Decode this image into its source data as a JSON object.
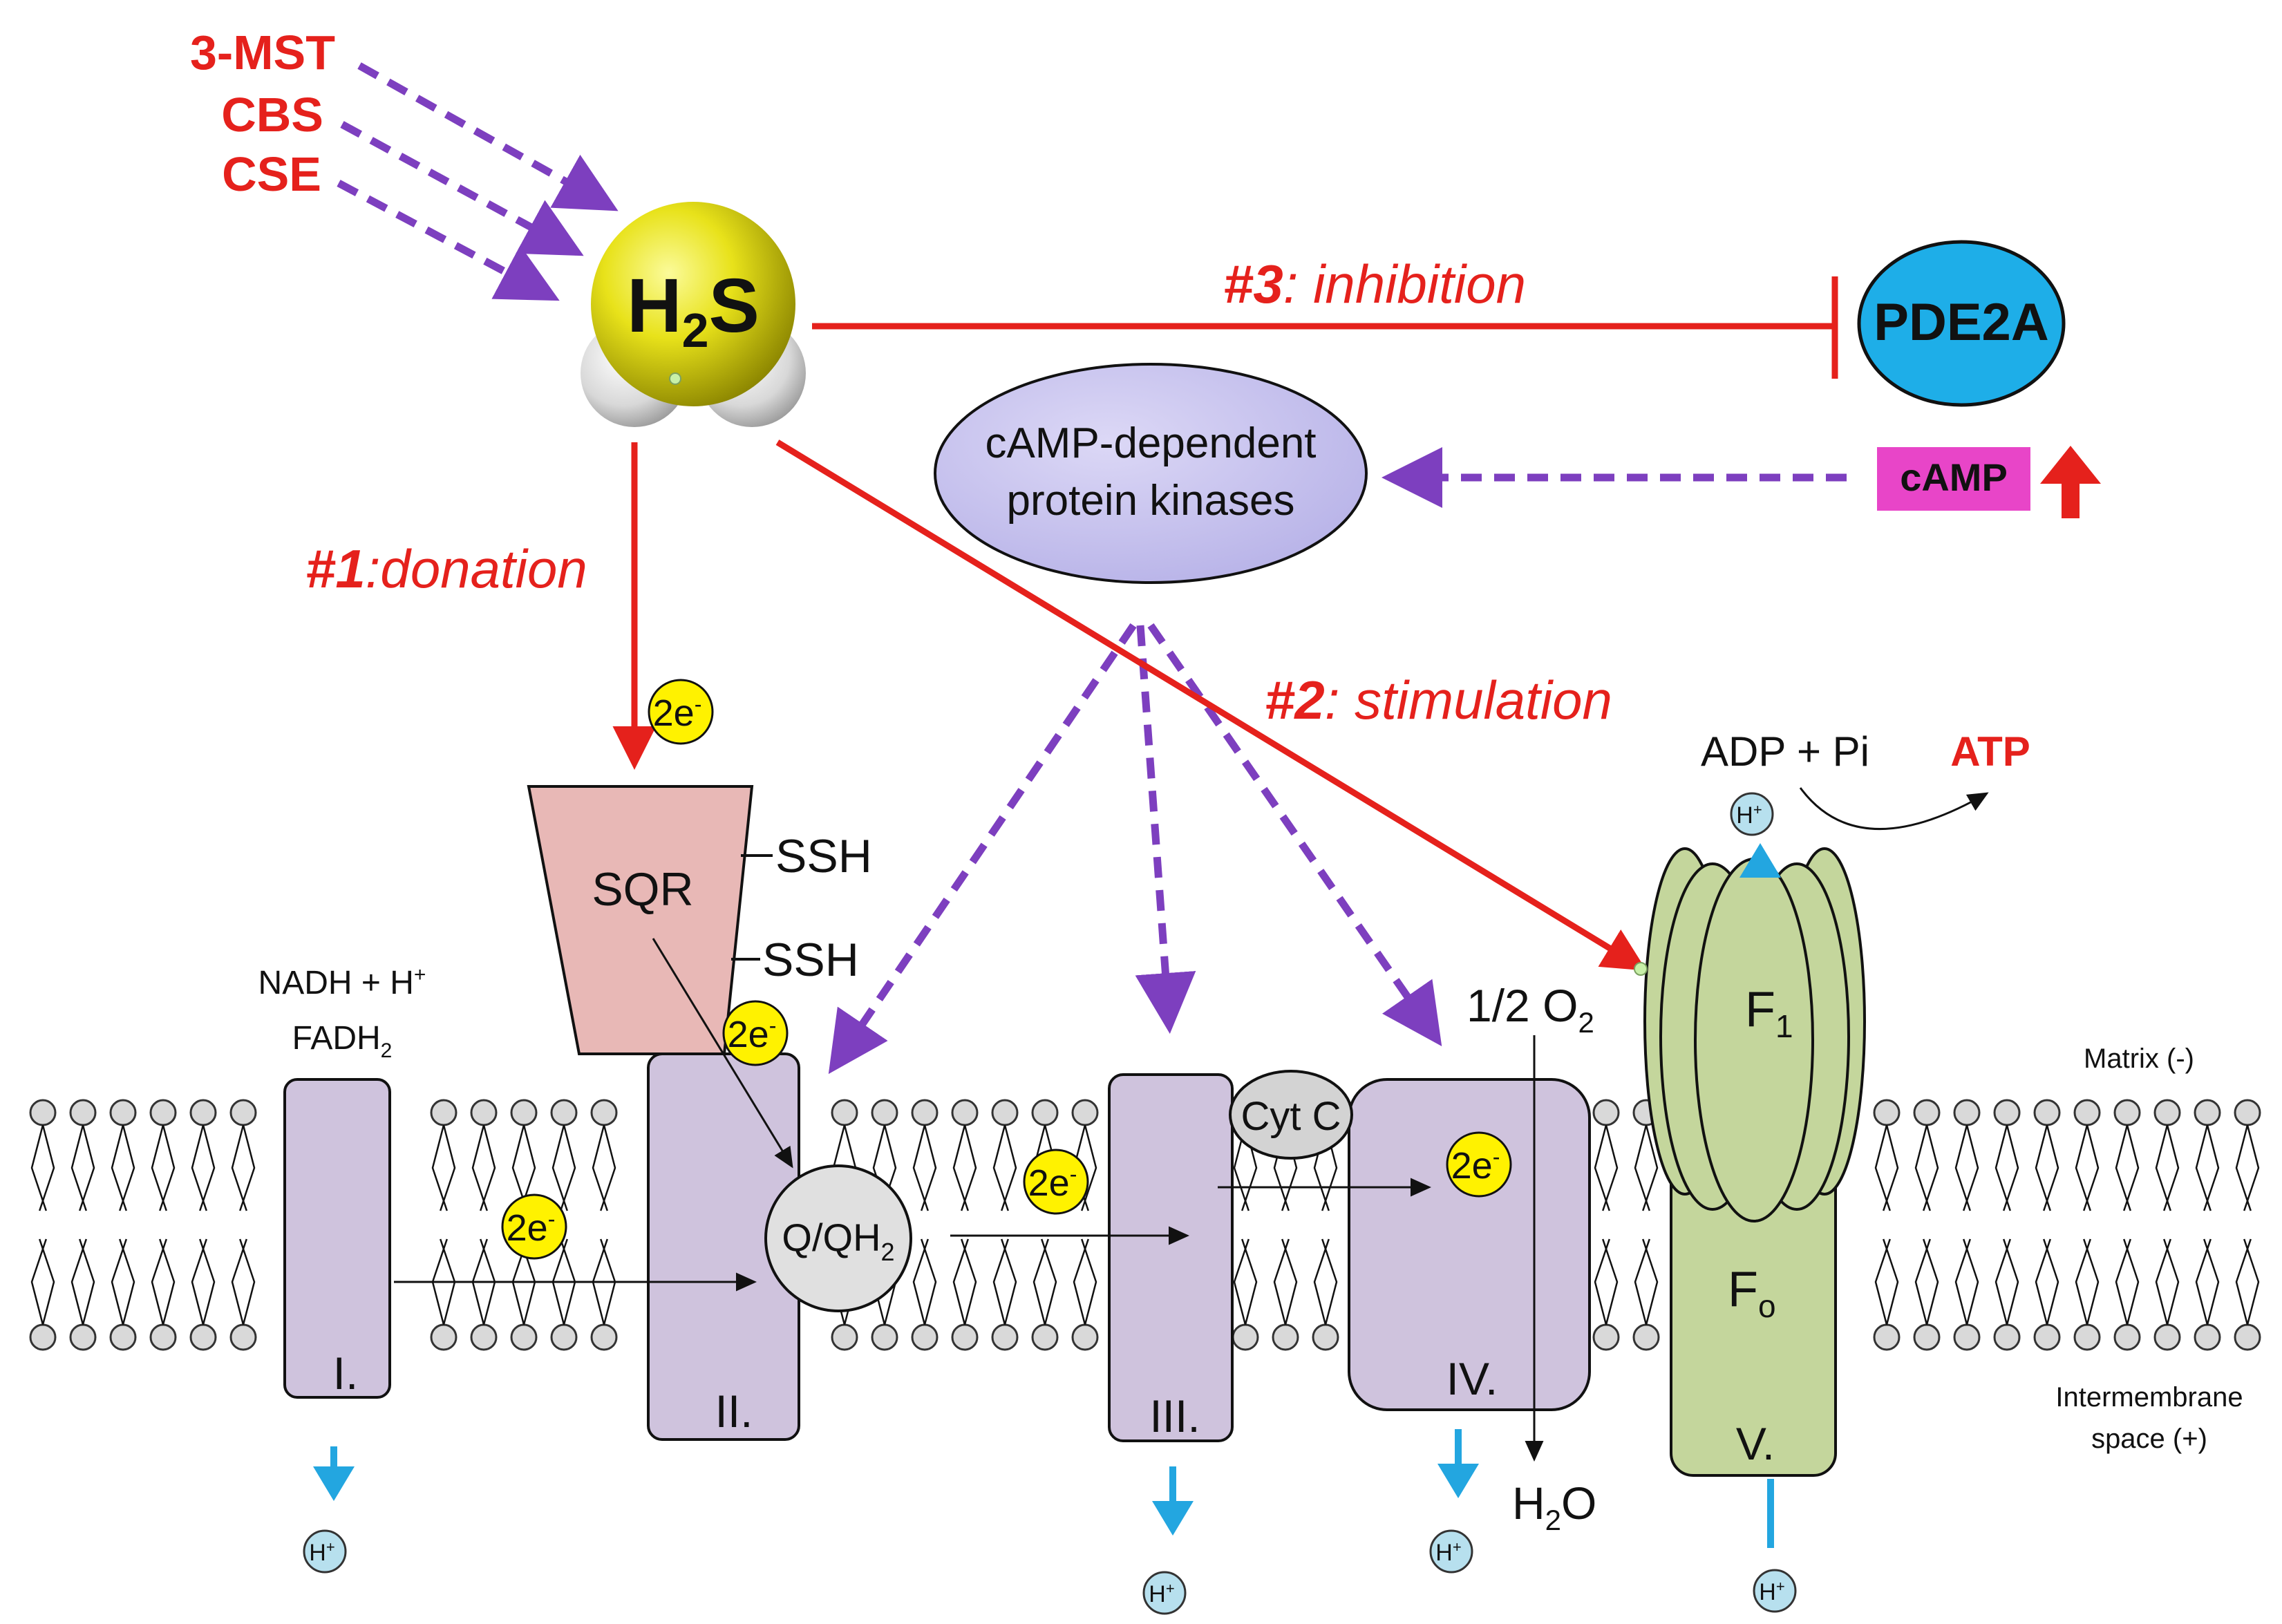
{
  "enzymes": [
    "3-MST",
    "CBS",
    "CSE"
  ],
  "h2s": {
    "main": "H",
    "sub": "2",
    "tail": "S"
  },
  "pathways": {
    "donation": {
      "num": "#1",
      "text": ":donation"
    },
    "stimulation": {
      "num": "#2",
      "text": ": stimulation"
    },
    "inhibition": {
      "num": "#3",
      "text": ": inhibition"
    }
  },
  "pde2a": "PDE2A",
  "camp": "cAMP",
  "kinase": {
    "line1": "cAMP-dependent",
    "line2": "protein kinases"
  },
  "electrons": "2e",
  "electron_sup": "-",
  "sqr": {
    "label": "SQR",
    "ssh1": "SSH",
    "ssh2": "SSH"
  },
  "nadh": {
    "line1": "NADH + H",
    "line1_sup": "+",
    "line2": "FADH",
    "line2_sub": "2"
  },
  "complexes": {
    "c1": "I.",
    "c2": "II.",
    "c3": "III.",
    "c4": "IV.",
    "c5": "V."
  },
  "quinone": {
    "main": "Q/QH",
    "sub": "2"
  },
  "cytc": "Cyt C",
  "oxygen": {
    "main": "1/2 O",
    "sub": "2"
  },
  "water": {
    "main": "H",
    "sub": "2",
    "tail": "O"
  },
  "atp_synthase": {
    "f1": "F",
    "f1_sub": "1",
    "fo": "F",
    "fo_sub": "o"
  },
  "adp": "ADP + Pi",
  "atp": "ATP",
  "proton": {
    "main": "H",
    "sup": "+"
  },
  "matrix": "Matrix (-)",
  "intermembrane": {
    "line1": "Intermembrane",
    "line2": "space (+)"
  },
  "colors": {
    "red": "#e5211c",
    "purple": "#7d3fbf",
    "complex": "#cfc3dd",
    "atp_synthase": "#c4d69c",
    "sqr": "#e8b8b6",
    "pde2a": "#1eaee8",
    "camp": "#e845c8",
    "proton_arrow": "#23a6e0"
  }
}
